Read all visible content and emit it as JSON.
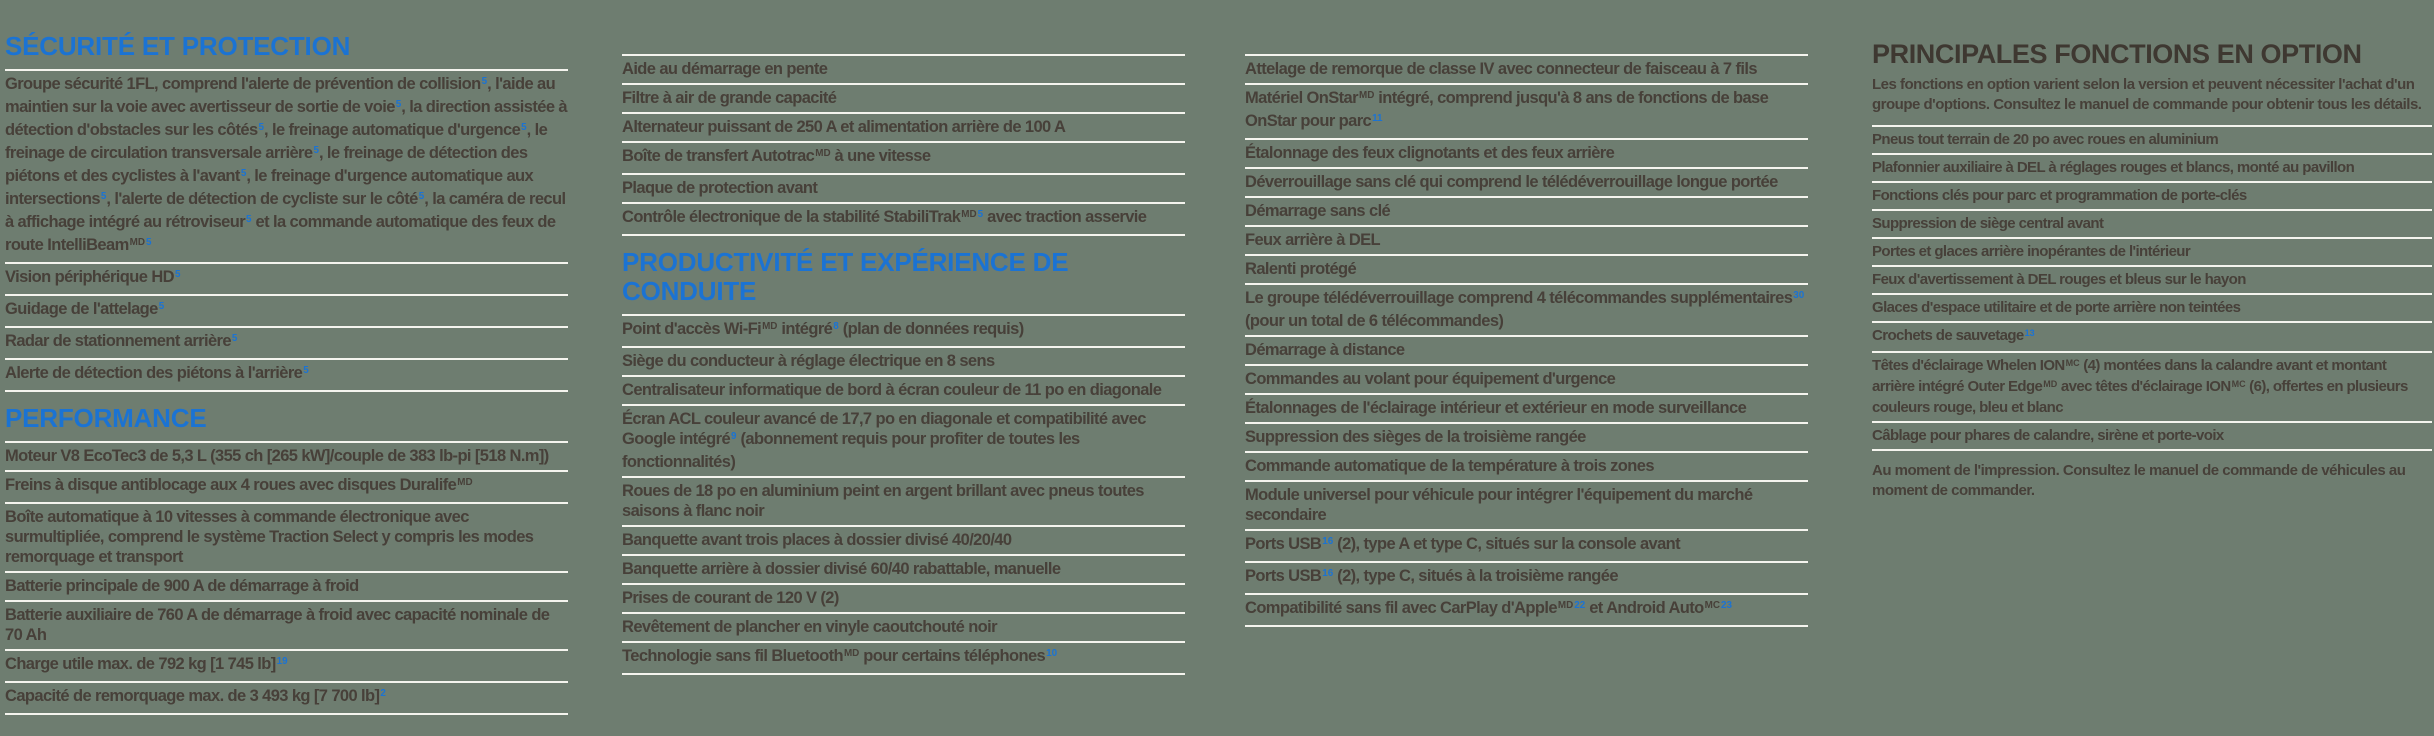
{
  "colors": {
    "background": "#6e7d70",
    "body_text": "#474039",
    "accent_blue": "#1b73d3",
    "dark_header": "#3e3831",
    "rule": "#f4f4ee"
  },
  "columns": [
    {
      "id": "column-securite-performance",
      "blocks": [
        {
          "type": "header",
          "variant": "blue",
          "text": "SÉCURITÉ ET PROTECTION"
        },
        {
          "type": "item",
          "segments": [
            {
              "t": "Groupe sécurité 1FL, comprend l'alerte de prévention de collision"
            },
            {
              "sup": "5"
            },
            {
              "t": ", l'aide au maintien sur la voie avec avertisseur de sortie de voie"
            },
            {
              "sup": "5"
            },
            {
              "t": ", la direction assistée à détection d'obstacles sur les côtés"
            },
            {
              "sup": "5"
            },
            {
              "t": ", le freinage automatique d'urgence"
            },
            {
              "sup": "5"
            },
            {
              "t": ", le freinage de circulation transversale arrière"
            },
            {
              "sup": "5"
            },
            {
              "t": ", le freinage de détection des piétons et des cyclistes à l'avant"
            },
            {
              "sup": "5"
            },
            {
              "t": ", le freinage d'urgence automatique aux intersections"
            },
            {
              "sup": "5"
            },
            {
              "t": ", l'alerte de détection de cycliste sur le côté"
            },
            {
              "sup": "5"
            },
            {
              "t": ", la caméra de recul à affichage intégré au rétroviseur"
            },
            {
              "sup": "5"
            },
            {
              "t": " et la commande automatique des feux de route IntelliBeam"
            },
            {
              "sup": "MD",
              "dark": true
            },
            {
              "sup": "5"
            }
          ]
        },
        {
          "type": "item",
          "segments": [
            {
              "t": "Vision périphérique HD"
            },
            {
              "sup": "5"
            }
          ]
        },
        {
          "type": "item",
          "segments": [
            {
              "t": "Guidage de l'attelage"
            },
            {
              "sup": "5"
            }
          ]
        },
        {
          "type": "item",
          "segments": [
            {
              "t": "Radar de stationnement arrière"
            },
            {
              "sup": "5"
            }
          ]
        },
        {
          "type": "item",
          "segments": [
            {
              "t": "Alerte de détection des piétons à l'arrière"
            },
            {
              "sup": "5"
            }
          ]
        },
        {
          "type": "header",
          "variant": "blue",
          "text": "PERFORMANCE"
        },
        {
          "type": "item",
          "segments": [
            {
              "t": "Moteur V8 EcoTec3 de 5,3 L (355 ch [265 kW]/couple de 383 lb-pi [518 N.m])"
            }
          ]
        },
        {
          "type": "item",
          "segments": [
            {
              "t": "Freins à disque antiblocage aux 4 roues avec disques Duralife"
            },
            {
              "sup": "MD",
              "dark": true
            }
          ]
        },
        {
          "type": "item",
          "segments": [
            {
              "t": "Boîte automatique à 10 vitesses à commande électronique avec surmultipliée, comprend le système Traction Select y compris les modes remorquage et transport"
            }
          ]
        },
        {
          "type": "item",
          "segments": [
            {
              "t": "Batterie principale de 900 A de démarrage à froid"
            }
          ]
        },
        {
          "type": "item",
          "segments": [
            {
              "t": "Batterie auxiliaire de 760 A de démarrage à froid avec capacité nominale de 70 Ah"
            }
          ]
        },
        {
          "type": "item",
          "segments": [
            {
              "t": "Charge utile max. de 792 kg [1 745 lb]"
            },
            {
              "sup": "19"
            }
          ]
        },
        {
          "type": "item",
          "segments": [
            {
              "t": "Capacité de remorquage max. de 3 493 kg [7 700 lb]"
            },
            {
              "sup": "2"
            }
          ]
        }
      ]
    },
    {
      "id": "column-performance-suite-productivite",
      "blocks": [
        {
          "type": "item",
          "segments": [
            {
              "t": "Aide au démarrage en pente"
            }
          ]
        },
        {
          "type": "item",
          "segments": [
            {
              "t": "Filtre à air de grande capacité"
            }
          ]
        },
        {
          "type": "item",
          "segments": [
            {
              "t": "Alternateur puissant de 250 A et alimentation arrière de 100 A"
            }
          ]
        },
        {
          "type": "item",
          "segments": [
            {
              "t": "Boîte de transfert Autotrac"
            },
            {
              "sup": "MD",
              "dark": true
            },
            {
              "t": " à une vitesse"
            }
          ]
        },
        {
          "type": "item",
          "segments": [
            {
              "t": "Plaque de protection avant"
            }
          ]
        },
        {
          "type": "item",
          "segments": [
            {
              "t": "Contrôle électronique de la stabilité StabiliTrak"
            },
            {
              "sup": "MD",
              "dark": true
            },
            {
              "sup": "5"
            },
            {
              "t": " avec traction asservie"
            }
          ]
        },
        {
          "type": "header",
          "variant": "blue",
          "text": "PRODUCTIVITÉ ET EXPÉRIENCE DE CONDUITE"
        },
        {
          "type": "item",
          "segments": [
            {
              "t": "Point d'accès Wi-Fi"
            },
            {
              "sup": "MD",
              "dark": true
            },
            {
              "t": " intégré"
            },
            {
              "sup": "8"
            },
            {
              "t": " (plan de données requis)"
            }
          ]
        },
        {
          "type": "item",
          "segments": [
            {
              "t": "Siège du conducteur à réglage électrique en 8 sens"
            }
          ]
        },
        {
          "type": "item",
          "segments": [
            {
              "t": "Centralisateur informatique de bord à écran couleur de 11 po en diagonale"
            }
          ]
        },
        {
          "type": "item",
          "segments": [
            {
              "t": "Écran ACL couleur avancé de 17,7 po en diagonale et compatibilité avec Google intégré"
            },
            {
              "sup": "9"
            },
            {
              "t": " (abonnement requis pour profiter de toutes les fonctionnalités)"
            }
          ]
        },
        {
          "type": "item",
          "segments": [
            {
              "t": "Roues de 18 po en aluminium peint en argent brillant avec pneus toutes saisons à flanc noir"
            }
          ]
        },
        {
          "type": "item",
          "segments": [
            {
              "t": "Banquette avant trois places à dossier divisé 40/20/40"
            }
          ]
        },
        {
          "type": "item",
          "segments": [
            {
              "t": "Banquette arrière à dossier divisé 60/40 rabattable, manuelle"
            }
          ]
        },
        {
          "type": "item",
          "segments": [
            {
              "t": "Prises de courant de 120 V (2)"
            }
          ]
        },
        {
          "type": "item",
          "segments": [
            {
              "t": "Revêtement de plancher en vinyle caoutchouté noir"
            }
          ]
        },
        {
          "type": "item",
          "segments": [
            {
              "t": "Technologie sans fil Bluetooth"
            },
            {
              "sup": "MD",
              "dark": true
            },
            {
              "t": " pour certains téléphones"
            },
            {
              "sup": "10"
            }
          ]
        }
      ]
    },
    {
      "id": "column-productivite-suite",
      "blocks": [
        {
          "type": "item",
          "segments": [
            {
              "t": "Attelage de remorque de classe IV avec connecteur de faisceau à 7 fils"
            }
          ]
        },
        {
          "type": "item",
          "segments": [
            {
              "t": "Matériel OnStar"
            },
            {
              "sup": "MD",
              "dark": true
            },
            {
              "t": " intégré, comprend jusqu'à 8 ans de fonctions de base OnStar pour parc"
            },
            {
              "sup": "11"
            }
          ]
        },
        {
          "type": "item",
          "segments": [
            {
              "t": "Étalonnage des feux clignotants et des feux arrière"
            }
          ]
        },
        {
          "type": "item",
          "segments": [
            {
              "t": "Déverrouillage sans clé qui comprend le télédéverrouillage longue portée"
            }
          ]
        },
        {
          "type": "item",
          "segments": [
            {
              "t": "Démarrage sans clé"
            }
          ]
        },
        {
          "type": "item",
          "segments": [
            {
              "t": "Feux arrière à DEL"
            }
          ]
        },
        {
          "type": "item",
          "segments": [
            {
              "t": "Ralenti protégé"
            }
          ]
        },
        {
          "type": "item",
          "segments": [
            {
              "t": "Le groupe télédéverrouillage comprend 4 télécommandes supplémentaires"
            },
            {
              "sup": "30"
            },
            {
              "t": " (pour un total de 6 télécommandes)"
            }
          ]
        },
        {
          "type": "item",
          "segments": [
            {
              "t": "Démarrage à distance"
            }
          ]
        },
        {
          "type": "item",
          "segments": [
            {
              "t": "Commandes au volant pour équipement d'urgence"
            }
          ]
        },
        {
          "type": "item",
          "segments": [
            {
              "t": "Étalonnages de l'éclairage intérieur et extérieur en mode surveillance"
            }
          ]
        },
        {
          "type": "item",
          "segments": [
            {
              "t": "Suppression des sièges de la troisième rangée"
            }
          ]
        },
        {
          "type": "item",
          "segments": [
            {
              "t": "Commande automatique de la température à trois zones"
            }
          ]
        },
        {
          "type": "item",
          "segments": [
            {
              "t": "Module universel pour véhicule pour intégrer l'équipement du marché secondaire"
            }
          ]
        },
        {
          "type": "item",
          "segments": [
            {
              "t": "Ports USB"
            },
            {
              "sup": "16"
            },
            {
              "t": " (2), type A et type C, situés sur la console avant"
            }
          ]
        },
        {
          "type": "item",
          "segments": [
            {
              "t": "Ports USB"
            },
            {
              "sup": "16"
            },
            {
              "t": " (2), type C, situés à la troisième rangée"
            }
          ]
        },
        {
          "type": "item",
          "segments": [
            {
              "t": "Compatibilité sans fil avec CarPlay d'Apple"
            },
            {
              "sup": "MD",
              "dark": true
            },
            {
              "sup": "22"
            },
            {
              "t": " et Android Auto"
            },
            {
              "sup": "MC",
              "dark": true
            },
            {
              "sup": "23"
            }
          ]
        }
      ]
    },
    {
      "id": "column-fonctions-en-option",
      "blocks": [
        {
          "type": "header",
          "variant": "dark",
          "text": "PRINCIPALES FONCTIONS EN OPTION"
        },
        {
          "type": "note",
          "text": "Les fonctions en option varient selon la version et peuvent nécessiter l'achat d'un groupe d'options. Consultez le manuel de commande pour obtenir tous les détails."
        },
        {
          "type": "item",
          "segments": [
            {
              "t": "Pneus tout terrain de 20 po avec roues en aluminium"
            }
          ]
        },
        {
          "type": "item",
          "segments": [
            {
              "t": "Plafonnier auxiliaire à DEL à réglages rouges et blancs, monté au pavillon"
            }
          ]
        },
        {
          "type": "item",
          "segments": [
            {
              "t": "Fonctions clés pour parc et programmation de porte-clés"
            }
          ]
        },
        {
          "type": "item",
          "segments": [
            {
              "t": "Suppression de siège central avant"
            }
          ]
        },
        {
          "type": "item",
          "segments": [
            {
              "t": "Portes et glaces arrière inopérantes de l'intérieur"
            }
          ]
        },
        {
          "type": "item",
          "segments": [
            {
              "t": "Feux d'avertissement à DEL rouges et bleus sur le hayon"
            }
          ]
        },
        {
          "type": "item",
          "segments": [
            {
              "t": "Glaces d'espace utilitaire et de porte arrière non teintées"
            }
          ]
        },
        {
          "type": "item",
          "segments": [
            {
              "t": "Crochets de sauvetage"
            },
            {
              "sup": "13"
            }
          ]
        },
        {
          "type": "item",
          "segments": [
            {
              "t": "Têtes d'éclairage Whelen ION"
            },
            {
              "sup": "MC",
              "dark": true
            },
            {
              "t": " (4) montées dans la calandre avant et montant arrière intégré Outer Edge"
            },
            {
              "sup": "MD",
              "dark": true
            },
            {
              "t": " avec têtes d'éclairage ION"
            },
            {
              "sup": "MC",
              "dark": true
            },
            {
              "t": " (6), offertes en plusieurs couleurs rouge, bleu et blanc"
            }
          ]
        },
        {
          "type": "item",
          "segments": [
            {
              "t": "Câblage pour phares de calandre, sirène et porte-voix"
            }
          ]
        },
        {
          "type": "note",
          "foot": true,
          "text": "Au moment de l'impression. Consultez le manuel de commande de véhicules au moment de commander."
        }
      ]
    }
  ]
}
